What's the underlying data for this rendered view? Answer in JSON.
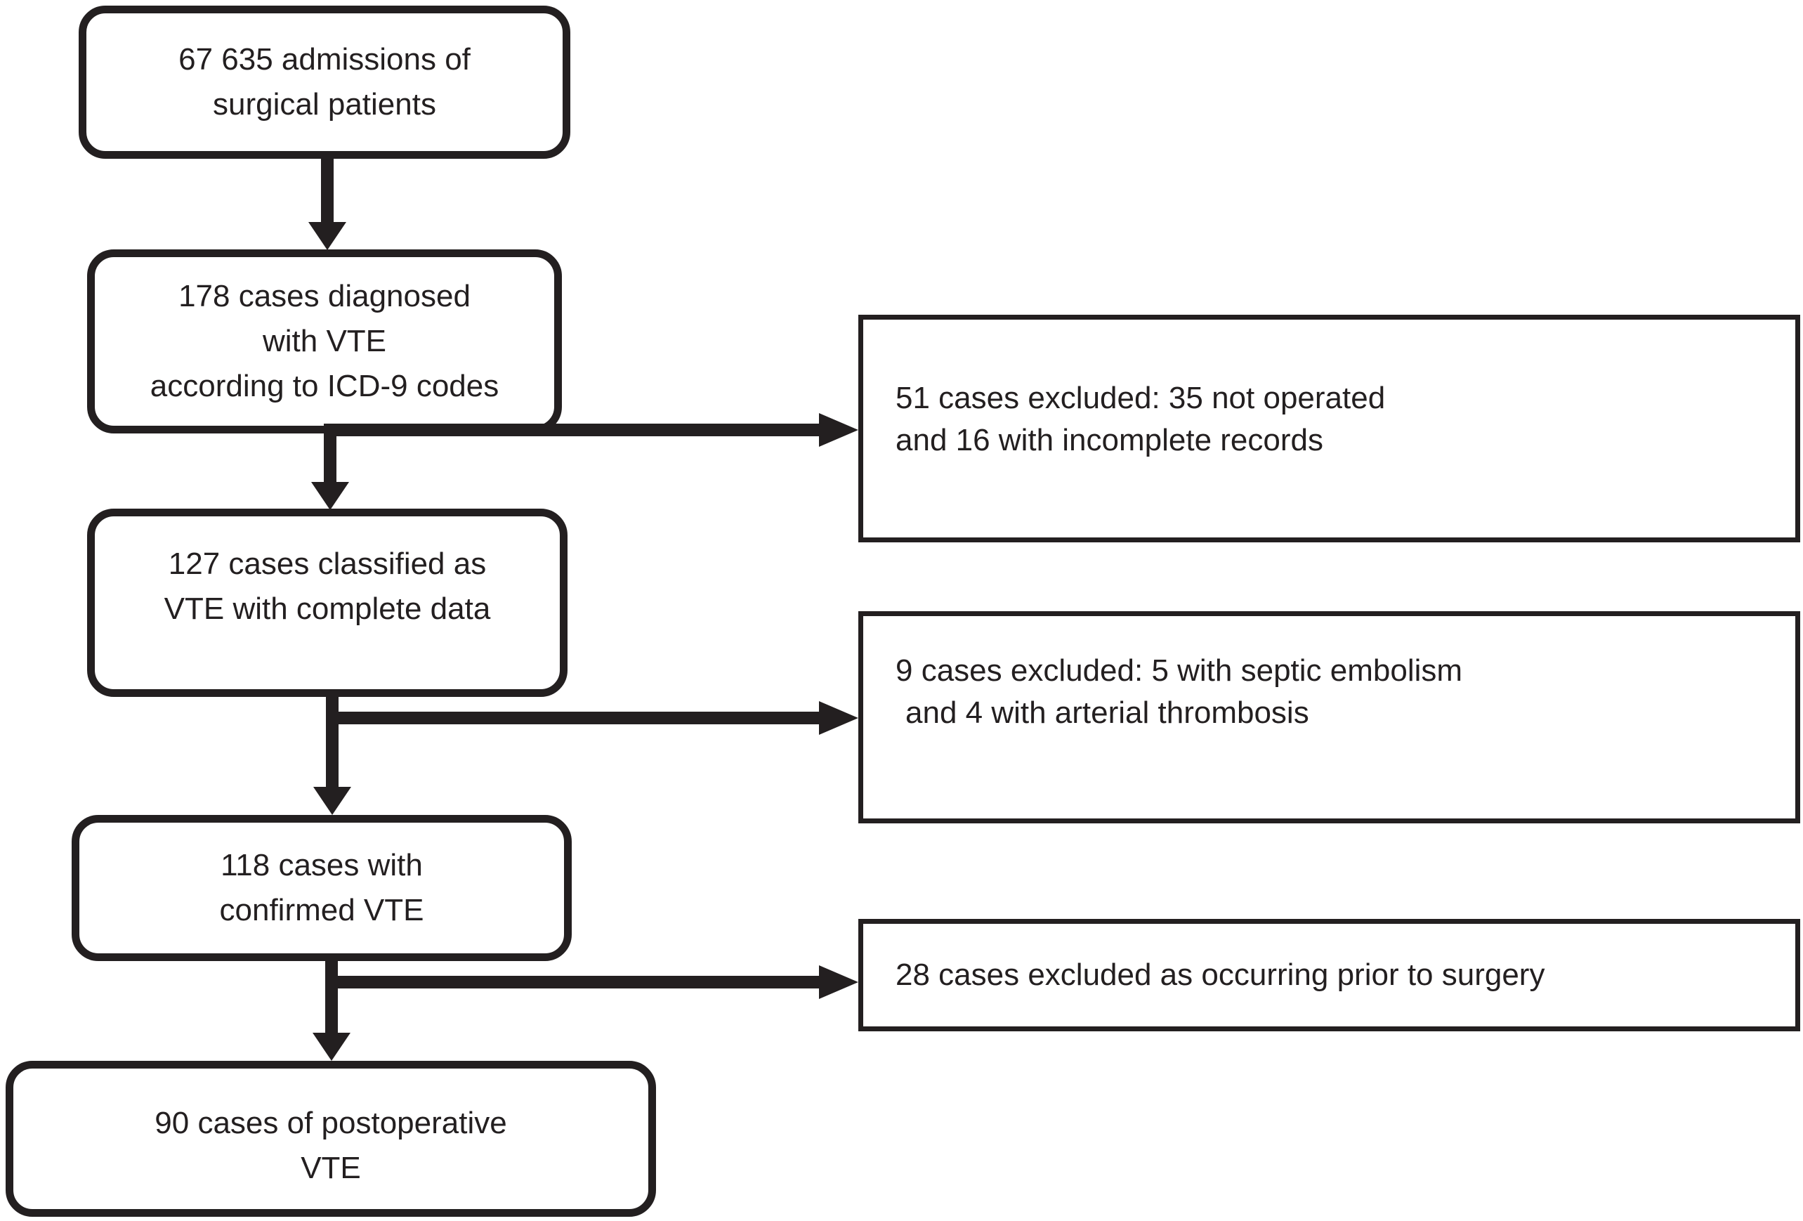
{
  "flowchart": {
    "type": "study-selection-flow-diagram",
    "colors": {
      "stroke": "#231f20",
      "fill": "#ffffff",
      "background": "#ffffff",
      "text": "#231f20"
    },
    "main_boxes": [
      {
        "id": "admissions",
        "lines": [
          "67 635 admissions of",
          "surgical patients"
        ]
      },
      {
        "id": "diagnosed-icd9",
        "lines": [
          "178 cases diagnosed",
          "with VTE",
          "according to ICD-9 codes"
        ]
      },
      {
        "id": "classified-complete-data",
        "lines": [
          "127 cases classified as",
          "VTE with complete data"
        ]
      },
      {
        "id": "confirmed-vte",
        "lines": [
          "118 cases with",
          "confirmed VTE"
        ]
      },
      {
        "id": "postoperative-vte",
        "lines": [
          "90 cases of postoperative",
          "VTE"
        ]
      }
    ],
    "exclusion_boxes": [
      {
        "id": "excluded-not-operated",
        "lines": [
          "51 cases excluded: 35 not operated",
          "and 16 with incomplete records"
        ]
      },
      {
        "id": "excluded-septic-arterial",
        "lines": [
          "9 cases excluded: 5 with septic embolism",
          "and 4 with arterial thrombosis"
        ]
      },
      {
        "id": "excluded-prior-to-surgery",
        "lines": [
          "28 cases excluded as occurring prior to surgery"
        ]
      }
    ],
    "connections": [
      {
        "from": "admissions",
        "to": "diagnosed-icd9",
        "direction": "down"
      },
      {
        "from": "diagnosed-icd9",
        "to": "classified-complete-data",
        "direction": "down"
      },
      {
        "from": "diagnosed-icd9",
        "to": "excluded-not-operated",
        "direction": "right"
      },
      {
        "from": "classified-complete-data",
        "to": "confirmed-vte",
        "direction": "down"
      },
      {
        "from": "classified-complete-data",
        "to": "excluded-septic-arterial",
        "direction": "right"
      },
      {
        "from": "confirmed-vte",
        "to": "postoperative-vte",
        "direction": "down"
      },
      {
        "from": "confirmed-vte",
        "to": "excluded-prior-to-surgery",
        "direction": "right"
      }
    ]
  }
}
